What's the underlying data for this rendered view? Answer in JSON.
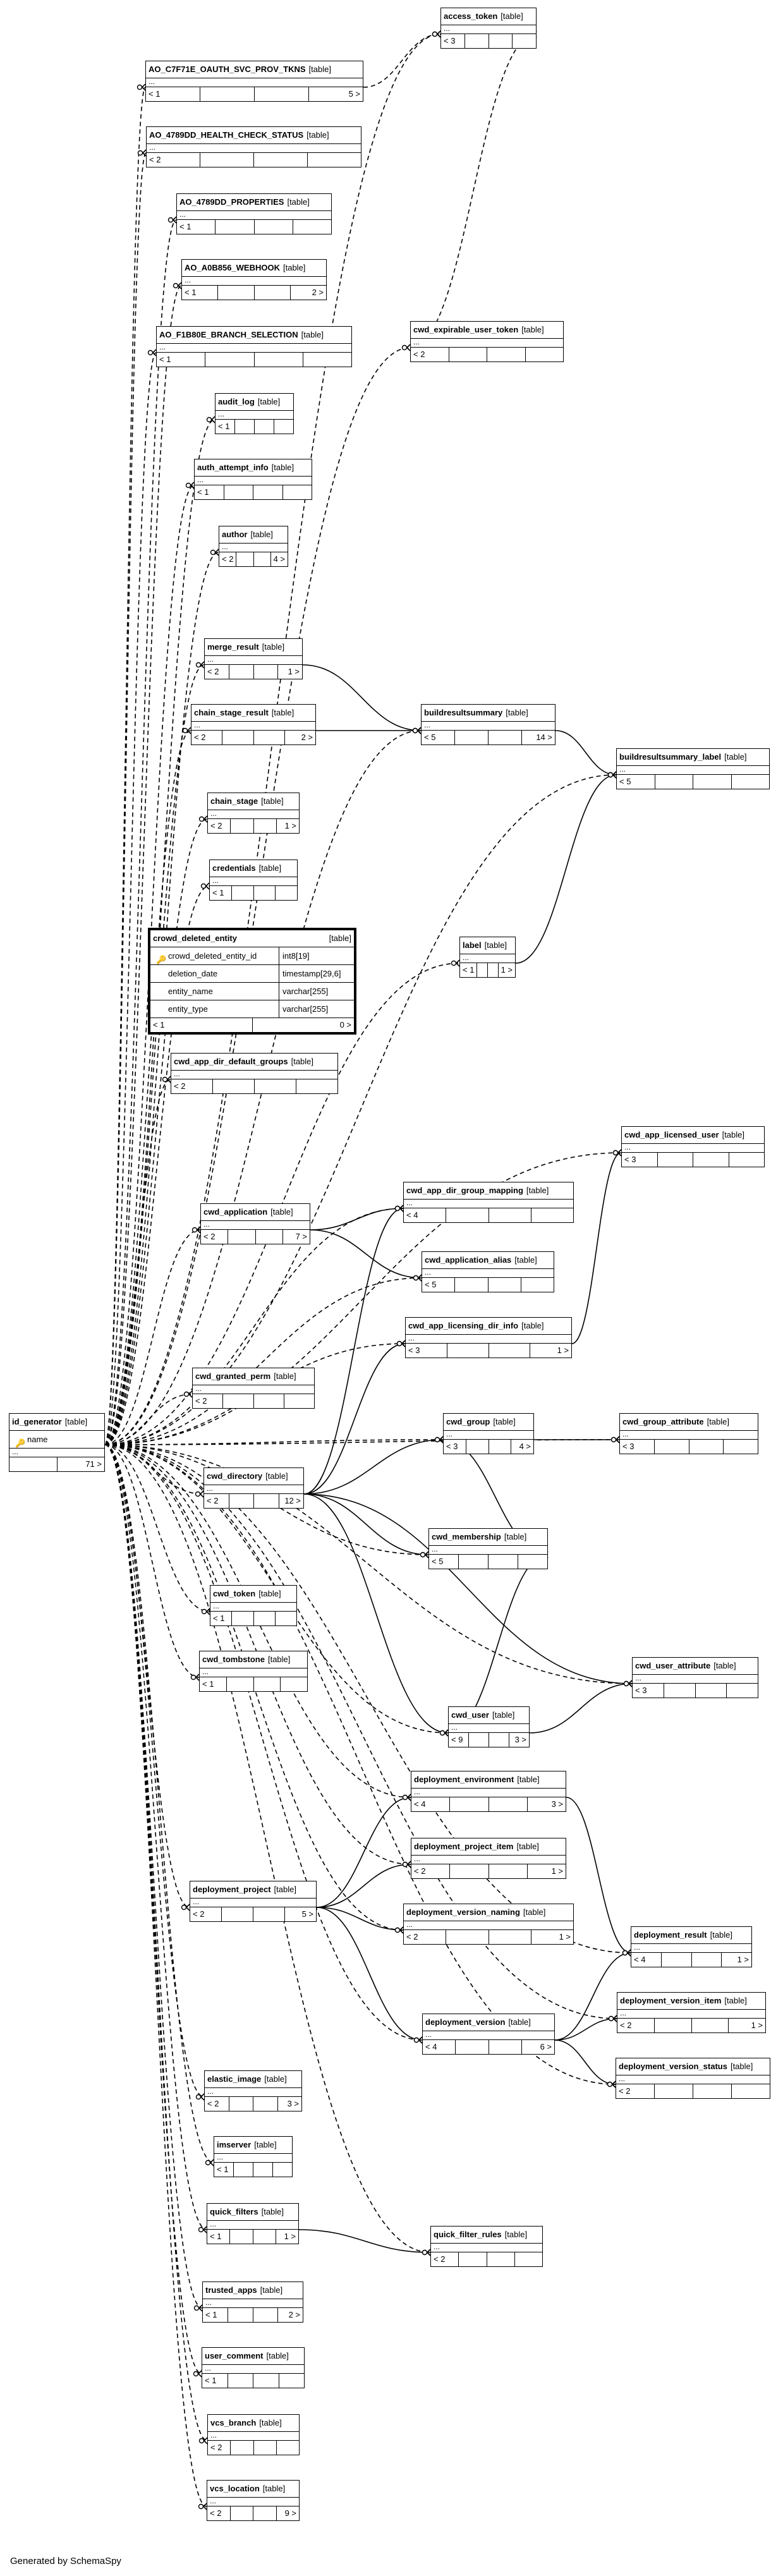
{
  "tables": [
    {
      "id": "access_token",
      "name": "access_token",
      "type": "[table]",
      "rows": "...",
      "children": "< 3",
      "parents": ""
    },
    {
      "id": "ao_c7",
      "name": "AO_C7F71E_OAUTH_SVC_PROV_TKNS",
      "type": "[table]",
      "rows": "...",
      "children": "< 1",
      "parents": "5 >"
    },
    {
      "id": "ao_health",
      "name": "AO_4789DD_HEALTH_CHECK_STATUS",
      "type": "[table]",
      "rows": "...",
      "children": "< 2",
      "parents": ""
    },
    {
      "id": "ao_props",
      "name": "AO_4789DD_PROPERTIES",
      "type": "[table]",
      "rows": "...",
      "children": "< 1",
      "parents": ""
    },
    {
      "id": "ao_webhook",
      "name": "AO_A0B856_WEBHOOK",
      "type": "[table]",
      "rows": "...",
      "children": "< 1",
      "parents": "2 >"
    },
    {
      "id": "ao_branch",
      "name": "AO_F1B80E_BRANCH_SELECTION",
      "type": "[table]",
      "rows": "...",
      "children": "< 1",
      "parents": ""
    },
    {
      "id": "cwd_exp",
      "name": "cwd_expirable_user_token",
      "type": "[table]",
      "rows": "...",
      "children": "< 2",
      "parents": ""
    },
    {
      "id": "audit_log",
      "name": "audit_log",
      "type": "[table]",
      "rows": "...",
      "children": "< 1",
      "parents": ""
    },
    {
      "id": "auth_attempt",
      "name": "auth_attempt_info",
      "type": "[table]",
      "rows": "...",
      "children": "< 1",
      "parents": ""
    },
    {
      "id": "author",
      "name": "author",
      "type": "[table]",
      "rows": "...",
      "children": "< 2",
      "parents": "4 >"
    },
    {
      "id": "merge_result",
      "name": "merge_result",
      "type": "[table]",
      "rows": "...",
      "children": "< 2",
      "parents": "1 >"
    },
    {
      "id": "chain_stage_result",
      "name": "chain_stage_result",
      "type": "[table]",
      "rows": "...",
      "children": "< 2",
      "parents": "2 >"
    },
    {
      "id": "brs",
      "name": "buildresultsummary",
      "type": "[table]",
      "rows": "...",
      "children": "< 5",
      "parents": "14 >"
    },
    {
      "id": "brs_label",
      "name": "buildresultsummary_label",
      "type": "[table]",
      "rows": "...",
      "children": "< 5",
      "parents": ""
    },
    {
      "id": "chain_stage",
      "name": "chain_stage",
      "type": "[table]",
      "rows": "...",
      "children": "< 2",
      "parents": "1 >"
    },
    {
      "id": "credentials",
      "name": "credentials",
      "type": "[table]",
      "rows": "...",
      "children": "< 1",
      "parents": ""
    },
    {
      "id": "label",
      "name": "label",
      "type": "[table]",
      "rows": "...",
      "children": "< 1",
      "parents": "1 >"
    },
    {
      "id": "cwd_app_dir_def",
      "name": "cwd_app_dir_default_groups",
      "type": "[table]",
      "rows": "...",
      "children": "< 2",
      "parents": ""
    },
    {
      "id": "cwd_app_lic_user",
      "name": "cwd_app_licensed_user",
      "type": "[table]",
      "rows": "...",
      "children": "< 3",
      "parents": ""
    },
    {
      "id": "cwd_app_dir_gm",
      "name": "cwd_app_dir_group_mapping",
      "type": "[table]",
      "rows": "...",
      "children": "< 4",
      "parents": ""
    },
    {
      "id": "cwd_application",
      "name": "cwd_application",
      "type": "[table]",
      "rows": "...",
      "children": "< 2",
      "parents": "7 >"
    },
    {
      "id": "cwd_app_alias",
      "name": "cwd_application_alias",
      "type": "[table]",
      "rows": "...",
      "children": "< 5",
      "parents": ""
    },
    {
      "id": "cwd_app_lic_dir",
      "name": "cwd_app_licensing_dir_info",
      "type": "[table]",
      "rows": "...",
      "children": "< 3",
      "parents": "1 >"
    },
    {
      "id": "cwd_granted_perm",
      "name": "cwd_granted_perm",
      "type": "[table]",
      "rows": "...",
      "children": "< 2",
      "parents": ""
    },
    {
      "id": "id_generator",
      "name": "id_generator",
      "type": "[table]",
      "rows": "...",
      "children": "",
      "parents": "71 >"
    },
    {
      "id": "cwd_group",
      "name": "cwd_group",
      "type": "[table]",
      "rows": "...",
      "children": "< 3",
      "parents": "4 >"
    },
    {
      "id": "cwd_group_attr",
      "name": "cwd_group_attribute",
      "type": "[table]",
      "rows": "...",
      "children": "< 3",
      "parents": ""
    },
    {
      "id": "cwd_directory",
      "name": "cwd_directory",
      "type": "[table]",
      "rows": "...",
      "children": "< 2",
      "parents": "12 >"
    },
    {
      "id": "cwd_membership",
      "name": "cwd_membership",
      "type": "[table]",
      "rows": "...",
      "children": "< 5",
      "parents": ""
    },
    {
      "id": "cwd_token",
      "name": "cwd_token",
      "type": "[table]",
      "rows": "...",
      "children": "< 1",
      "parents": ""
    },
    {
      "id": "cwd_tombstone",
      "name": "cwd_tombstone",
      "type": "[table]",
      "rows": "...",
      "children": "< 1",
      "parents": ""
    },
    {
      "id": "cwd_user_attr",
      "name": "cwd_user_attribute",
      "type": "[table]",
      "rows": "...",
      "children": "< 3",
      "parents": ""
    },
    {
      "id": "cwd_user",
      "name": "cwd_user",
      "type": "[table]",
      "rows": "...",
      "children": "< 9",
      "parents": "3 >"
    },
    {
      "id": "dep_env",
      "name": "deployment_environment",
      "type": "[table]",
      "rows": "...",
      "children": "< 4",
      "parents": "3 >"
    },
    {
      "id": "dep_proj_item",
      "name": "deployment_project_item",
      "type": "[table]",
      "rows": "...",
      "children": "< 2",
      "parents": "1 >"
    },
    {
      "id": "dep_project",
      "name": "deployment_project",
      "type": "[table]",
      "rows": "...",
      "children": "< 2",
      "parents": "5 >"
    },
    {
      "id": "dep_ver_naming",
      "name": "deployment_version_naming",
      "type": "[table]",
      "rows": "...",
      "children": "< 2",
      "parents": "1 >"
    },
    {
      "id": "dep_result",
      "name": "deployment_result",
      "type": "[table]",
      "rows": "...",
      "children": "< 4",
      "parents": "1 >"
    },
    {
      "id": "dep_ver_item",
      "name": "deployment_version_item",
      "type": "[table]",
      "rows": "...",
      "children": "< 2",
      "parents": "1 >"
    },
    {
      "id": "dep_version",
      "name": "deployment_version",
      "type": "[table]",
      "rows": "...",
      "children": "< 4",
      "parents": "6 >"
    },
    {
      "id": "dep_ver_status",
      "name": "deployment_version_status",
      "type": "[table]",
      "rows": "...",
      "children": "< 2",
      "parents": ""
    },
    {
      "id": "elastic_image",
      "name": "elastic_image",
      "type": "[table]",
      "rows": "...",
      "children": "< 2",
      "parents": "3 >"
    },
    {
      "id": "imserver",
      "name": "imserver",
      "type": "[table]",
      "rows": "...",
      "children": "< 1",
      "parents": ""
    },
    {
      "id": "quick_filters",
      "name": "quick_filters",
      "type": "[table]",
      "rows": "...",
      "children": "< 1",
      "parents": "1 >"
    },
    {
      "id": "quick_filter_rules",
      "name": "quick_filter_rules",
      "type": "[table]",
      "rows": "...",
      "children": "< 2",
      "parents": ""
    },
    {
      "id": "trusted_apps",
      "name": "trusted_apps",
      "type": "[table]",
      "rows": "...",
      "children": "< 1",
      "parents": "2 >"
    },
    {
      "id": "user_comment",
      "name": "user_comment",
      "type": "[table]",
      "rows": "...",
      "children": "< 1",
      "parents": ""
    },
    {
      "id": "vcs_branch",
      "name": "vcs_branch",
      "type": "[table]",
      "rows": "...",
      "children": "< 2",
      "parents": ""
    },
    {
      "id": "vcs_location",
      "name": "vcs_location",
      "type": "[table]",
      "rows": "...",
      "children": "< 2",
      "parents": "9 >"
    }
  ],
  "focus_table": {
    "name": "crowd_deleted_entity",
    "type": "[table]",
    "columns": [
      {
        "name": "crowd_deleted_entity_id",
        "type": "int8[19]",
        "pk": true
      },
      {
        "name": "deletion_date",
        "type": "timestamp[29,6]",
        "pk": false
      },
      {
        "name": "entity_name",
        "type": "varchar[255]",
        "pk": false
      },
      {
        "name": "entity_type",
        "type": "varchar[255]",
        "pk": false
      }
    ],
    "children": "< 1",
    "parents": "0 >"
  },
  "id_generator_column": {
    "name": "name",
    "pk": true
  },
  "relationships": [
    {
      "from": "id_generator",
      "to": "access_token",
      "style": "dashed"
    },
    {
      "from": "id_generator",
      "to": "ao_c7",
      "style": "dashed"
    },
    {
      "from": "id_generator",
      "to": "ao_health",
      "style": "dashed"
    },
    {
      "from": "id_generator",
      "to": "ao_props",
      "style": "dashed"
    },
    {
      "from": "id_generator",
      "to": "ao_webhook",
      "style": "dashed"
    },
    {
      "from": "id_generator",
      "to": "ao_branch",
      "style": "dashed"
    },
    {
      "from": "id_generator",
      "to": "cwd_exp",
      "style": "dashed"
    },
    {
      "from": "id_generator",
      "to": "audit_log",
      "style": "dashed"
    },
    {
      "from": "id_generator",
      "to": "auth_attempt",
      "style": "dashed"
    },
    {
      "from": "id_generator",
      "to": "author",
      "style": "dashed"
    },
    {
      "from": "id_generator",
      "to": "merge_result",
      "style": "dashed"
    },
    {
      "from": "id_generator",
      "to": "chain_stage_result",
      "style": "dashed"
    },
    {
      "from": "id_generator",
      "to": "brs",
      "style": "dashed"
    },
    {
      "from": "id_generator",
      "to": "brs_label",
      "style": "dashed"
    },
    {
      "from": "id_generator",
      "to": "chain_stage",
      "style": "dashed"
    },
    {
      "from": "id_generator",
      "to": "credentials",
      "style": "dashed"
    },
    {
      "from": "id_generator",
      "to": "label",
      "style": "dashed"
    },
    {
      "from": "id_generator",
      "to": "cwd_app_dir_def",
      "style": "dashed"
    },
    {
      "from": "id_generator",
      "to": "cwd_app_lic_user",
      "style": "dashed"
    },
    {
      "from": "id_generator",
      "to": "cwd_app_dir_gm",
      "style": "dashed"
    },
    {
      "from": "id_generator",
      "to": "cwd_application",
      "style": "dashed"
    },
    {
      "from": "id_generator",
      "to": "cwd_app_alias",
      "style": "dashed"
    },
    {
      "from": "id_generator",
      "to": "cwd_app_lic_dir",
      "style": "dashed"
    },
    {
      "from": "id_generator",
      "to": "cwd_granted_perm",
      "style": "dashed"
    },
    {
      "from": "id_generator",
      "to": "cwd_group",
      "style": "dashed"
    },
    {
      "from": "id_generator",
      "to": "cwd_group_attr",
      "style": "dashed"
    },
    {
      "from": "id_generator",
      "to": "cwd_directory",
      "style": "dashed"
    },
    {
      "from": "id_generator",
      "to": "cwd_membership",
      "style": "dashed"
    },
    {
      "from": "id_generator",
      "to": "cwd_token",
      "style": "dashed"
    },
    {
      "from": "id_generator",
      "to": "cwd_tombstone",
      "style": "dashed"
    },
    {
      "from": "id_generator",
      "to": "cwd_user_attr",
      "style": "dashed"
    },
    {
      "from": "id_generator",
      "to": "cwd_user",
      "style": "dashed"
    },
    {
      "from": "id_generator",
      "to": "dep_env",
      "style": "dashed"
    },
    {
      "from": "id_generator",
      "to": "dep_proj_item",
      "style": "dashed"
    },
    {
      "from": "id_generator",
      "to": "dep_project",
      "style": "dashed"
    },
    {
      "from": "id_generator",
      "to": "dep_ver_naming",
      "style": "dashed"
    },
    {
      "from": "id_generator",
      "to": "dep_result",
      "style": "dashed"
    },
    {
      "from": "id_generator",
      "to": "dep_ver_item",
      "style": "dashed"
    },
    {
      "from": "id_generator",
      "to": "dep_version",
      "style": "dashed"
    },
    {
      "from": "id_generator",
      "to": "dep_ver_status",
      "style": "dashed"
    },
    {
      "from": "id_generator",
      "to": "elastic_image",
      "style": "dashed"
    },
    {
      "from": "id_generator",
      "to": "imserver",
      "style": "dashed"
    },
    {
      "from": "id_generator",
      "to": "quick_filters",
      "style": "dashed"
    },
    {
      "from": "id_generator",
      "to": "quick_filter_rules",
      "style": "dashed"
    },
    {
      "from": "id_generator",
      "to": "trusted_apps",
      "style": "dashed"
    },
    {
      "from": "id_generator",
      "to": "user_comment",
      "style": "dashed"
    },
    {
      "from": "id_generator",
      "to": "vcs_branch",
      "style": "dashed"
    },
    {
      "from": "id_generator",
      "to": "vcs_location",
      "style": "dashed"
    },
    {
      "from": "merge_result",
      "to": "brs",
      "style": "solid"
    },
    {
      "from": "chain_stage_result",
      "to": "brs",
      "style": "solid"
    },
    {
      "from": "brs",
      "to": "brs_label",
      "style": "solid"
    },
    {
      "from": "label",
      "to": "brs_label",
      "style": "solid"
    },
    {
      "from": "ao_c7",
      "to": "access_token",
      "style": "dashed"
    },
    {
      "from": "cwd_exp",
      "to": "access_token",
      "style": "dashed"
    },
    {
      "from": "cwd_application",
      "to": "cwd_app_dir_gm",
      "style": "solid"
    },
    {
      "from": "cwd_application",
      "to": "cwd_app_alias",
      "style": "solid"
    },
    {
      "from": "cwd_directory",
      "to": "cwd_app_dir_gm",
      "style": "solid"
    },
    {
      "from": "cwd_directory",
      "to": "cwd_app_lic_dir",
      "style": "solid"
    },
    {
      "from": "cwd_directory",
      "to": "cwd_group",
      "style": "solid"
    },
    {
      "from": "cwd_directory",
      "to": "cwd_membership",
      "style": "solid"
    },
    {
      "from": "cwd_directory",
      "to": "cwd_user",
      "style": "solid"
    },
    {
      "from": "cwd_directory",
      "to": "cwd_user_attr",
      "style": "solid"
    },
    {
      "from": "cwd_group",
      "to": "cwd_group_attr",
      "style": "solid"
    },
    {
      "from": "cwd_group",
      "to": "cwd_membership",
      "style": "solid"
    },
    {
      "from": "cwd_user",
      "to": "cwd_user_attr",
      "style": "solid"
    },
    {
      "from": "cwd_user",
      "to": "cwd_membership",
      "style": "solid"
    },
    {
      "from": "cwd_app_lic_dir",
      "to": "cwd_app_lic_user",
      "style": "solid"
    },
    {
      "from": "dep_project",
      "to": "dep_env",
      "style": "solid"
    },
    {
      "from": "dep_project",
      "to": "dep_proj_item",
      "style": "solid"
    },
    {
      "from": "dep_project",
      "to": "dep_ver_naming",
      "style": "solid"
    },
    {
      "from": "dep_project",
      "to": "dep_version",
      "style": "solid"
    },
    {
      "from": "dep_env",
      "to": "dep_result",
      "style": "solid"
    },
    {
      "from": "dep_version",
      "to": "dep_result",
      "style": "solid"
    },
    {
      "from": "dep_version",
      "to": "dep_ver_item",
      "style": "solid"
    },
    {
      "from": "dep_version",
      "to": "dep_ver_status",
      "style": "solid"
    },
    {
      "from": "quick_filters",
      "to": "quick_filter_rules",
      "style": "solid"
    }
  ],
  "footer": "Generated by SchemaSpy"
}
